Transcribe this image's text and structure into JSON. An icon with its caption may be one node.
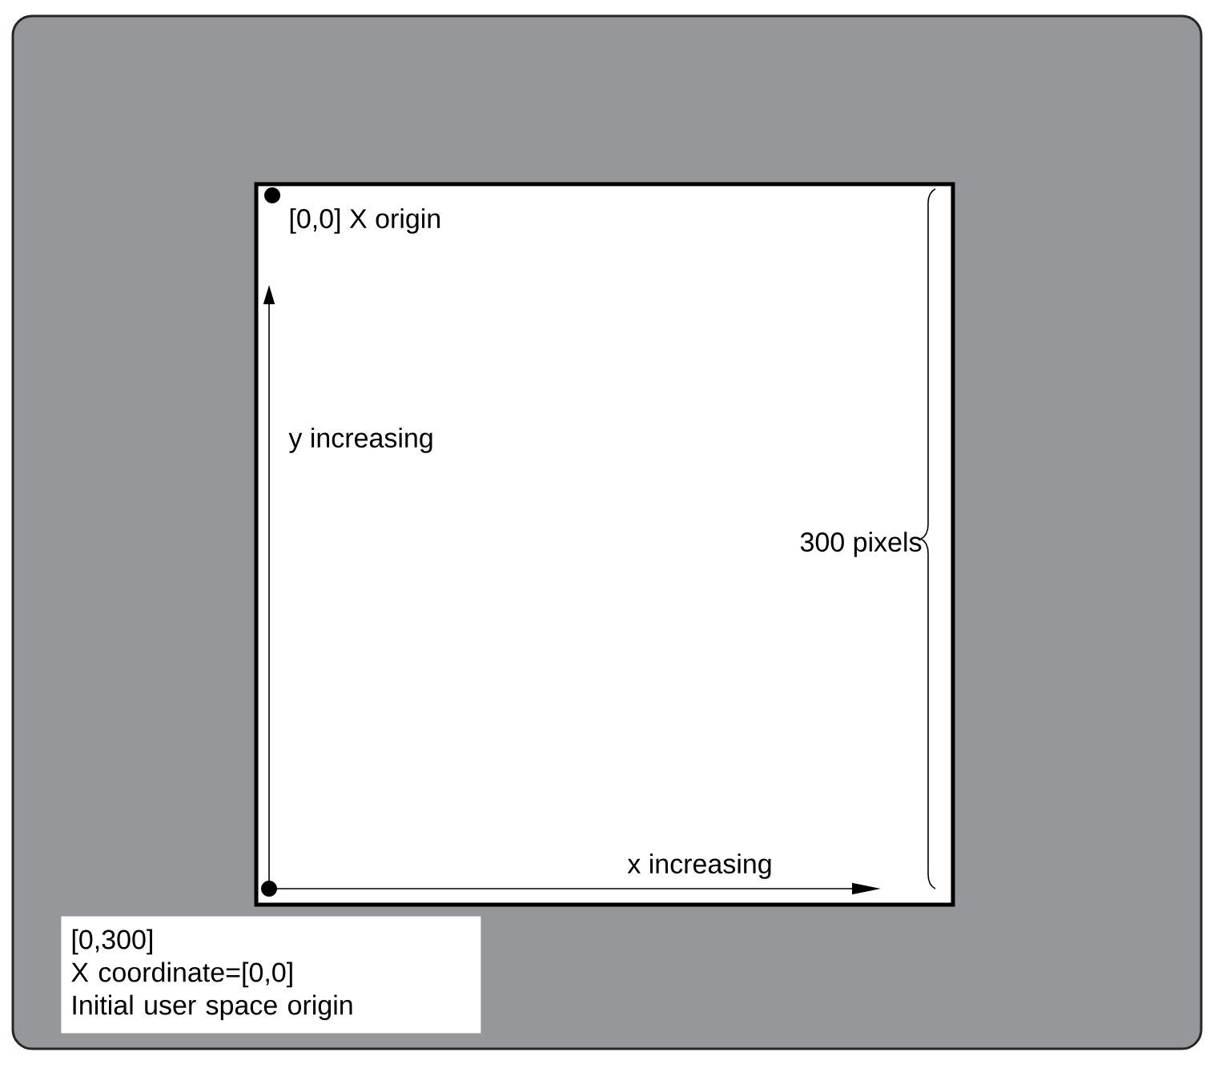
{
  "diagram": {
    "nodes": [
      {
        "text": [
          "[0,300]",
          "X coordinate=[0,0]",
          "Initial user space origin"
        ]
      }
    ],
    "labels": [
      "[0,0] X origin",
      "y increasing",
      "300 pixels",
      "x increasing"
    ]
  }
}
